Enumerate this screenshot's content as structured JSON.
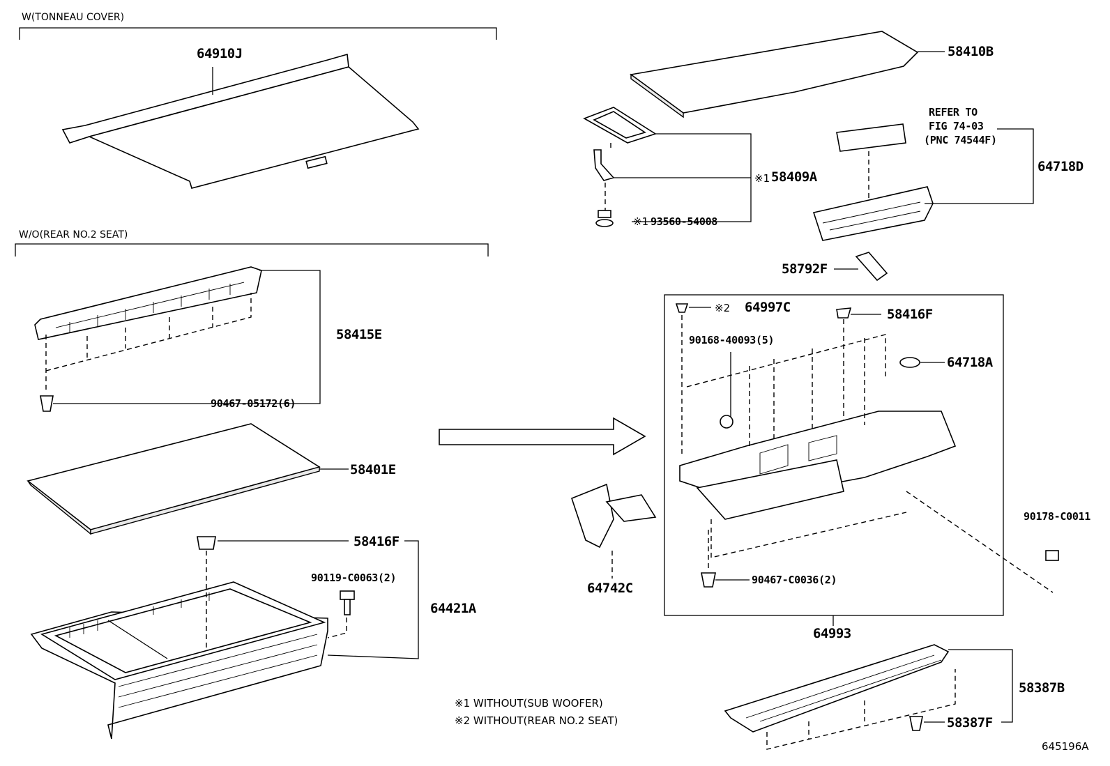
{
  "groups": {
    "tonneau": "W(TONNEAU COVER)",
    "rear_seat": "W/O(REAR NO.2 SEAT)"
  },
  "parts": {
    "p64910J": "64910J",
    "p58415E": "58415E",
    "p90467_05172": "90467-05172(6)",
    "p58401E": "58401E",
    "p58416F_left": "58416F",
    "p90119": "90119-C0063(2)",
    "p64421A": "64421A",
    "p58410B": "58410B",
    "p58409A": "58409A",
    "p93560_prefix": "※1",
    "p58409A_prefix": "※1",
    "p93560": "93560-54008",
    "p64718D": "64718D",
    "p58792F": "58792F",
    "p64997C_prefix": "※2",
    "p64997C": "64997C",
    "p58416F_right": "58416F",
    "p90168": "90168-40093(5)",
    "p64718A": "64718A",
    "p90178": "90178-C0011",
    "p90467_C0036": "90467-C0036(2)",
    "p64742C": "64742C",
    "p64993": "64993",
    "p58387B": "58387B",
    "p58387F": "58387F"
  },
  "refer": {
    "line1": "REFER TO",
    "line2": "FIG 74-03",
    "line3": "(PNC 74544F)"
  },
  "notes": {
    "note1": "※1 WITHOUT(SUB WOOFER)",
    "note2": "※2 WITHOUT(REAR NO.2 SEAT)"
  },
  "figure_id": "645196A"
}
